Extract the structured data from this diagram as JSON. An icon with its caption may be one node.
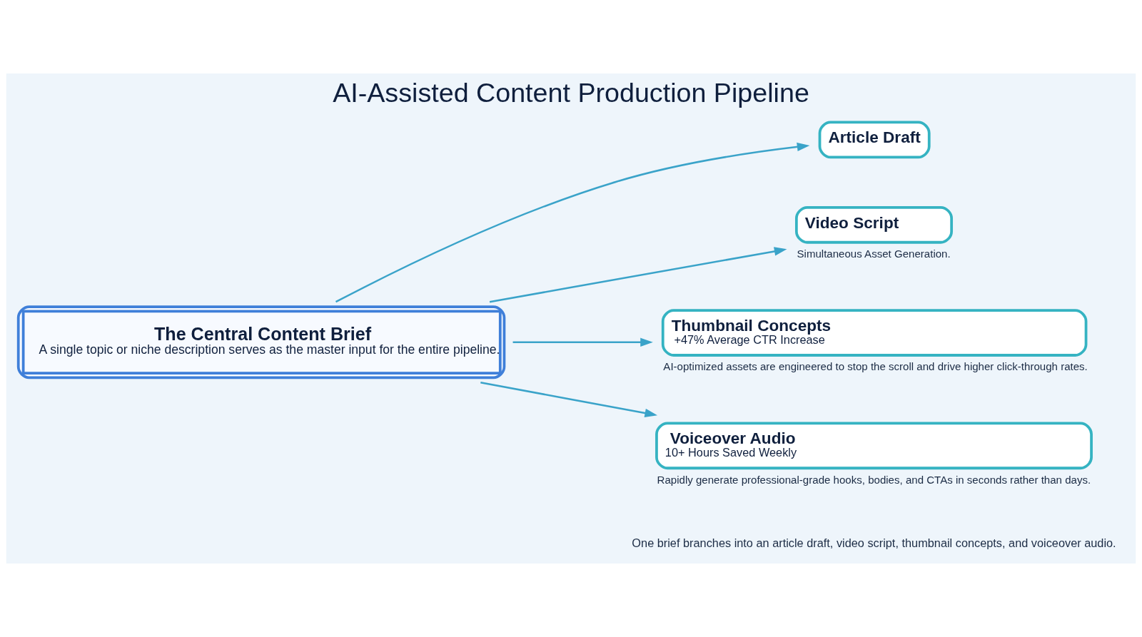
{
  "diagram": {
    "title": "AI-Assisted Content Production Pipeline",
    "nodes": [
      {
        "text": [
          "The Central Content Brief",
          "A single topic or niche description serves as the master input for the entire pipeline."
        ]
      },
      {
        "text": [
          "Article Draft"
        ]
      },
      {
        "text": [
          "Video Script"
        ],
        "beside": [
          "Simultaneous Asset Generation."
        ]
      },
      {
        "text": [
          "Thumbnail Concepts",
          "+47% Average CTR Increase"
        ],
        "beside": [
          "AI-optimized assets are engineered to stop the scroll and drive higher click-through rates."
        ]
      },
      {
        "text": [
          "Voiceover Audio",
          "10+ Hours Saved Weekly"
        ],
        "beside": [
          "Rapidly generate professional-grade hooks, bodies, and CTAs in seconds rather than days."
        ]
      }
    ],
    "edges": [
      {
        "from": 0,
        "to": 1,
        "arrow": "to"
      },
      {
        "from": 0,
        "to": 2,
        "arrow": "to"
      },
      {
        "from": 0,
        "to": 3,
        "arrow": "to"
      },
      {
        "from": 0,
        "to": 4,
        "arrow": "to"
      }
    ],
    "labels": [
      "One brief branches into an article draft, video script, thumbnail concepts, and voiceover audio."
    ]
  }
}
